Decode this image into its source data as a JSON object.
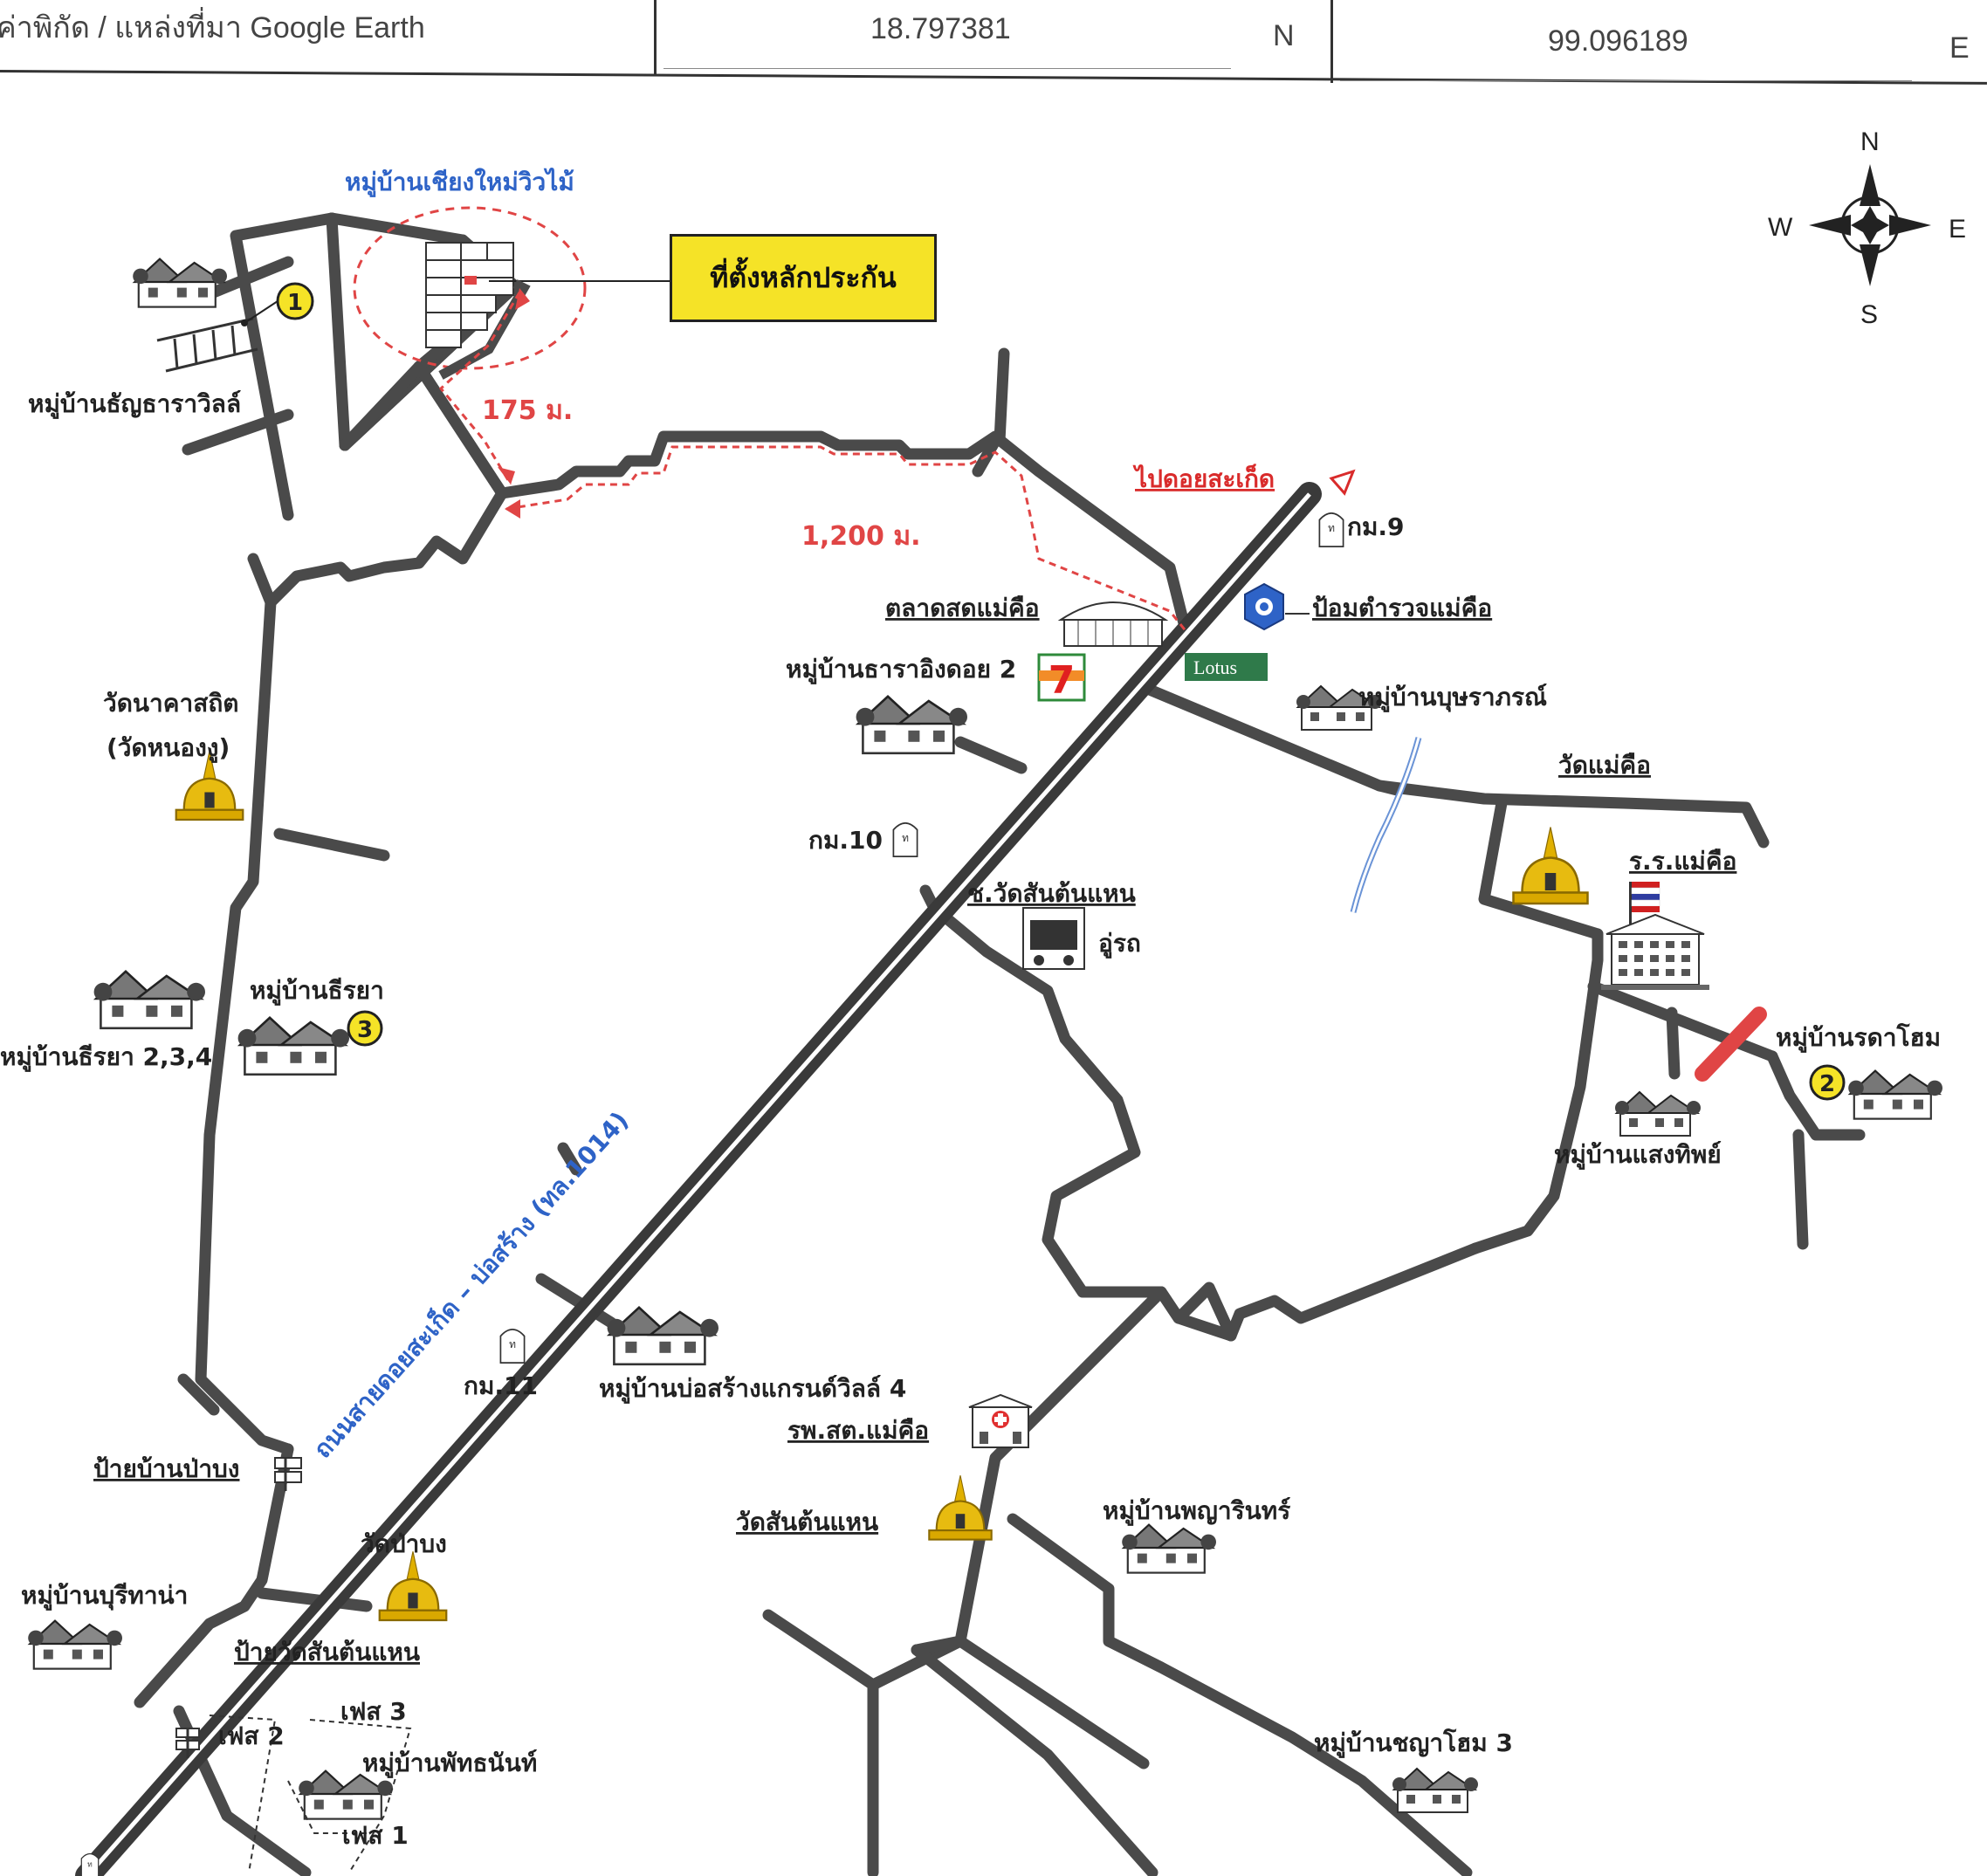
{
  "header": {
    "source_label": "ค่าพิกัด / แหล่งที่มา Google Earth",
    "latitude": "18.797381",
    "lat_dir": "N",
    "longitude": "99.096189",
    "lon_dir": "E"
  },
  "compass": {
    "n": "N",
    "s": "S",
    "e": "E",
    "w": "W"
  },
  "callout": {
    "label": "ที่ตั้งหลักประกัน"
  },
  "distances": {
    "near": "175 ม.",
    "far": "1,200 ม."
  },
  "road": {
    "main_label": "ถนนสายดอยสะเก็ด – บ่อสร้าง (ทล.1014)",
    "to_doi_saket": "ไปดอยสะเก็ด"
  },
  "km_posts": {
    "km9": "กม.9",
    "km10": "กม.10",
    "km11": "กม.11"
  },
  "places": {
    "chiangmai_wiwmai": "หมู่บ้านเชียงใหม่วิวไม้",
    "tanya_thara": "หมู่บ้านธัญธาราวิลล์",
    "wat_na_kha": "วัดนาคาสถิต",
    "wat_nong_ngu": "(วัดหนองงู)",
    "thiraya": "หมู่บ้านธีรยา",
    "thiraya_234": "หมู่บ้านธีรยา 2,3,4",
    "market": "ตลาดสดแม่คือ",
    "police": "ป้อมตำรวจแม่คือ",
    "thara_ing_doi": "หมู่บ้านธาราอิงดอย 2",
    "butsaraporn": "หมู่บ้านบุษราภรณ์",
    "wat_mae_khue": "วัดแม่คือ",
    "school": "ร.ร.แม่คือ",
    "soi_wat": "ช.วัดสันต้นแหน",
    "garage": "อู่รถ",
    "rada_home": "หมู่บ้านรดาโฮม",
    "saeng_thip": "หมู่บ้านแสงทิพย์",
    "bo_sang_grand": "หมู่บ้านบ่อสร้างแกรนด์วิลล์ 4",
    "health_center": "รพ.สต.แม่คือ",
    "sign_pa_bong": "ป้ายบ้านป่าบง",
    "wat_san_ton_haen": "วัดสันต้นแหน",
    "phaya_rin": "หมู่บ้านพญารินทร์",
    "wat_pa_bong": "วัดป่าบง",
    "burithana": "หมู่บ้านบุรีทาน่า",
    "sign_wat": "ป้ายวัดสันต้นแหน",
    "phase1": "เฟส 1",
    "phase2": "เฟส 2",
    "phase3": "เฟส 3",
    "phatthanan": "หมู่บ้านพัทธนันท์",
    "chanya_home": "หมู่บ้านชญาโฮม 3"
  },
  "markers": {
    "m1": "1",
    "m2": "2",
    "m3": "3"
  },
  "brands": {
    "seven": "7",
    "lotus": "Lotus"
  },
  "colors": {
    "road": "#4a4a4a",
    "blue": "#2e63c7",
    "red": "#e04545",
    "yellow": "#f5e327",
    "gold": "#e0b000"
  }
}
